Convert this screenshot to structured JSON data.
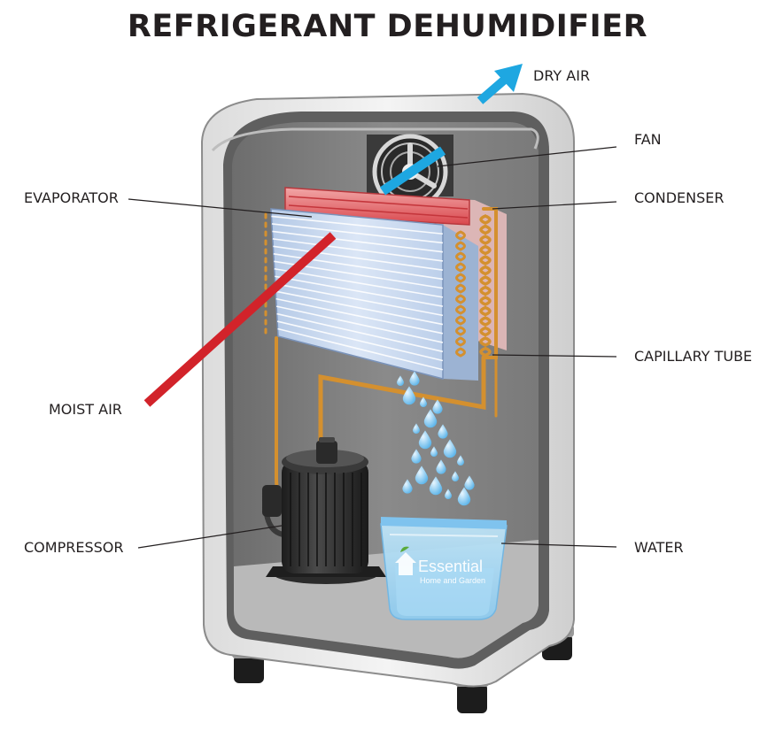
{
  "title": "REFRIGERANT DEHUMIDIFIER",
  "labels": {
    "dry_air": "DRY AIR",
    "fan": "FAN",
    "evaporator": "EVAPORATOR",
    "condenser": "CONDENSER",
    "capillary_tube": "CAPILLARY TUBE",
    "moist_air": "MOIST AIR",
    "compressor": "COMPRESSOR",
    "water": "WATER"
  },
  "watermark": {
    "brand": "Essential",
    "tagline": "Home and Garden"
  },
  "colors": {
    "dry_air_arrow": "#1ea7e1",
    "moist_air_arrow": "#d2232a",
    "condenser": "#e0555a",
    "copper_tube": "#d4902f",
    "evaporator": "#c9daf1",
    "water": "#9ed3f1"
  }
}
